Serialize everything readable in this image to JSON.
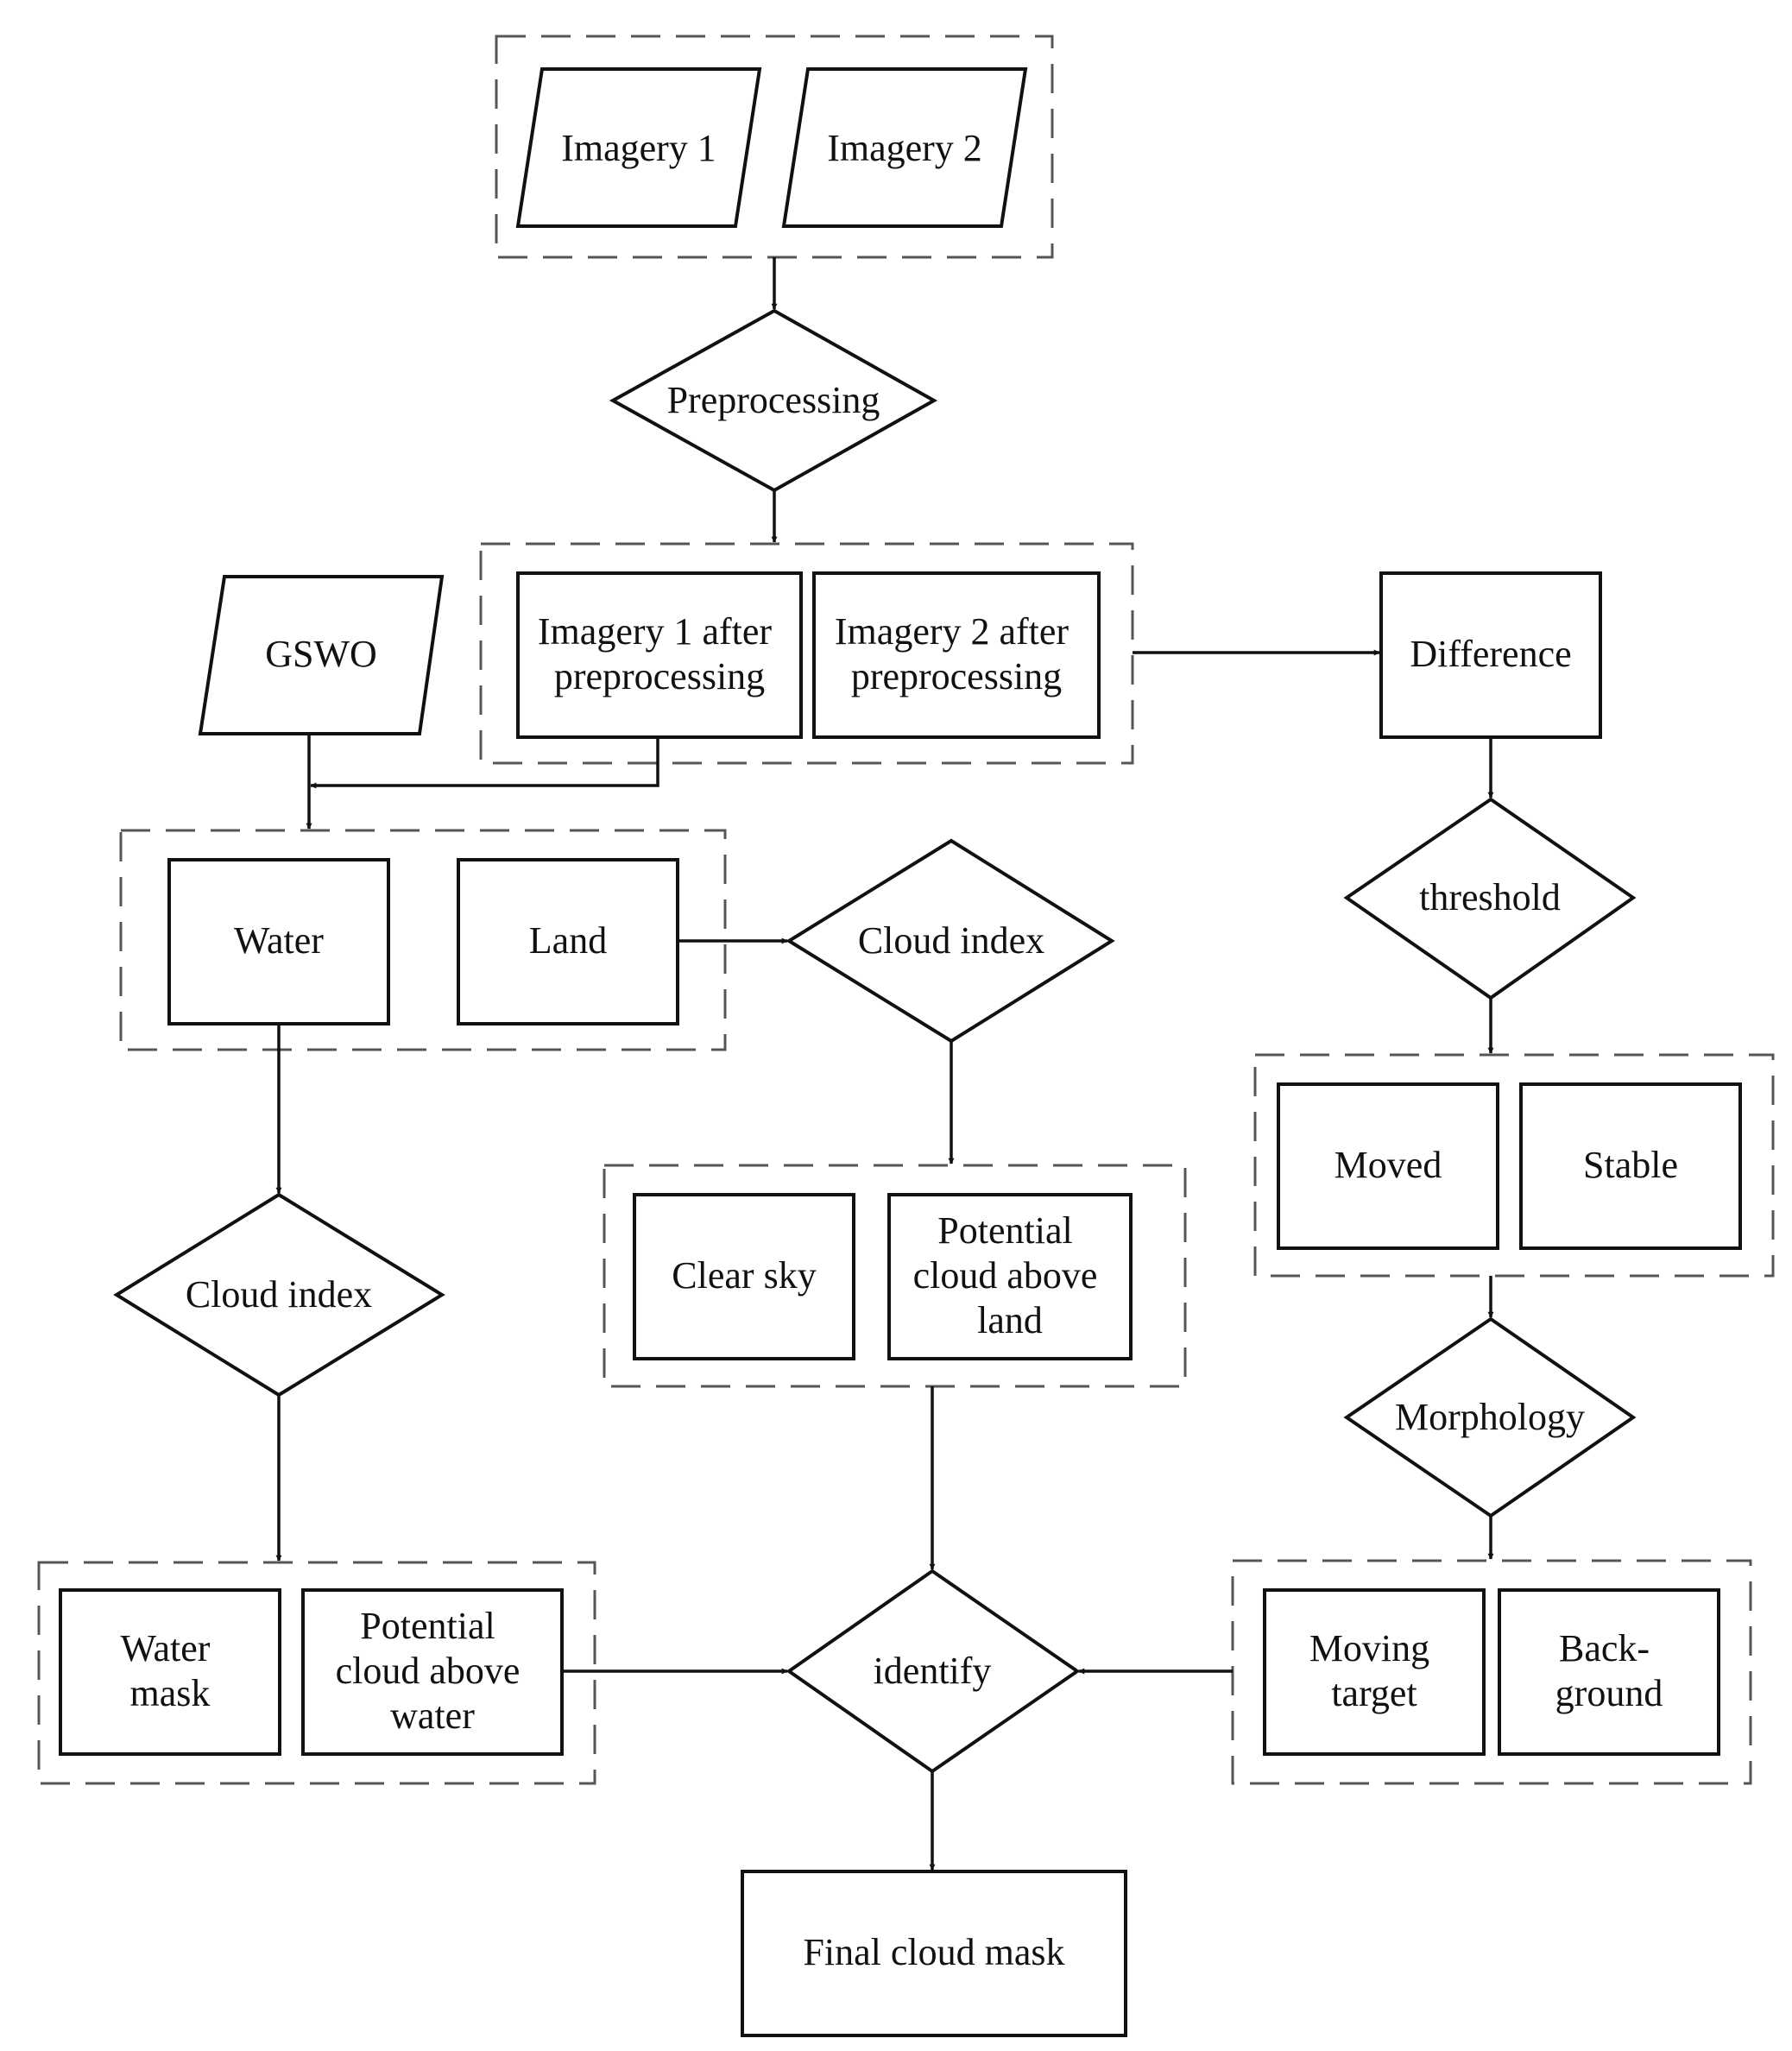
{
  "nodes": {
    "imagery1": "Imagery 1",
    "imagery2": "Imagery 2",
    "preprocessing": "Preprocessing",
    "pre1": [
      "Imagery 1 after",
      "preprocessing"
    ],
    "pre2": [
      "Imagery 2 after",
      "preprocessing"
    ],
    "gswo": "GSWO",
    "difference": "Difference",
    "threshold": "threshold",
    "water": "Water",
    "land": "Land",
    "cloud_index_land": "Cloud index",
    "moved": "Moved",
    "stable": "Stable",
    "cloud_index_water": "Cloud index",
    "clear_sky": "Clear sky",
    "pot_land": [
      "Potential",
      "cloud above",
      "land"
    ],
    "morphology": "Morphology",
    "water_mask": [
      "Water",
      "mask"
    ],
    "pot_water": [
      "Potential",
      "cloud above",
      "water"
    ],
    "identify": "identify",
    "moving_target": [
      "Moving",
      "target"
    ],
    "background": [
      "Back-",
      "ground"
    ],
    "final": "Final cloud mask"
  }
}
